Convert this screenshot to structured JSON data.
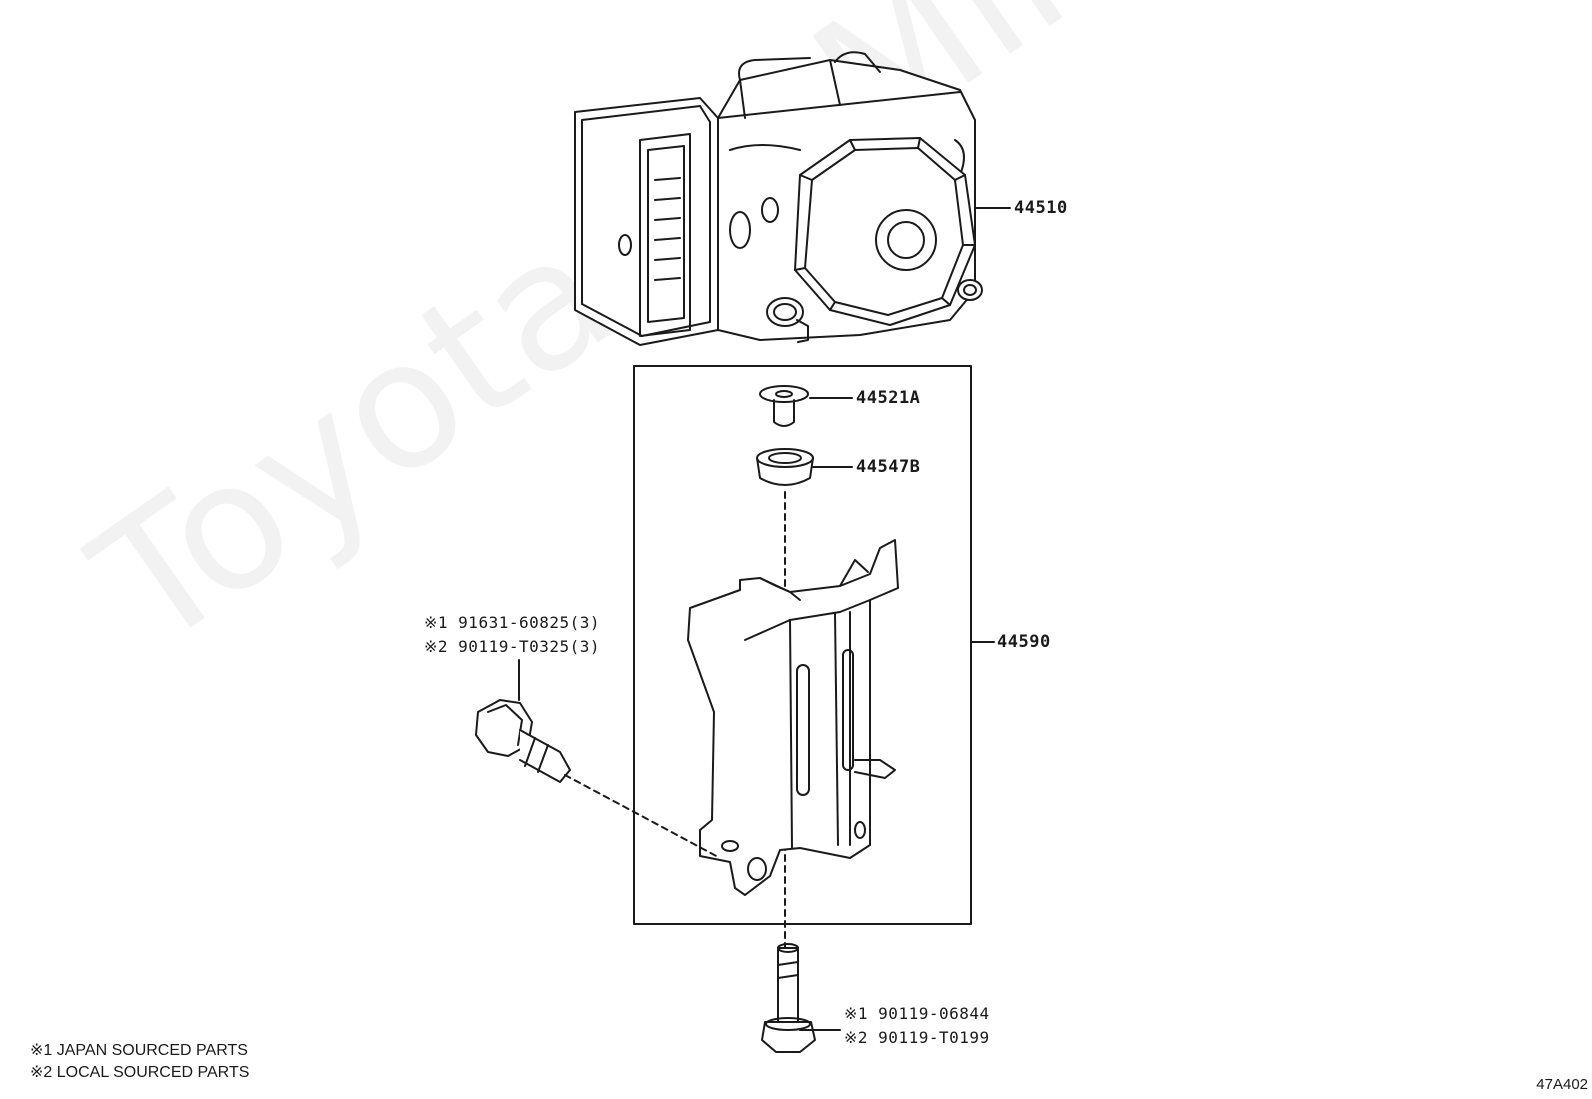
{
  "watermark": "ToyotaCarMine.ru",
  "callouts": {
    "actuator": "44510",
    "grommet_top": "44521A",
    "grommet_bottom": "44547B",
    "bracket": "44590",
    "side_bolt_1": "※1 91631-60825(3)",
    "side_bolt_2": "※2 90119-T0325(3)",
    "bottom_bolt_1": "※1 90119-06844",
    "bottom_bolt_2": "※2 90119-T0199"
  },
  "notes": {
    "japan": "※1 JAPAN SOURCED PARTS",
    "local": "※2 LOCAL SOURCED PARTS"
  },
  "figure_code": "47A402"
}
